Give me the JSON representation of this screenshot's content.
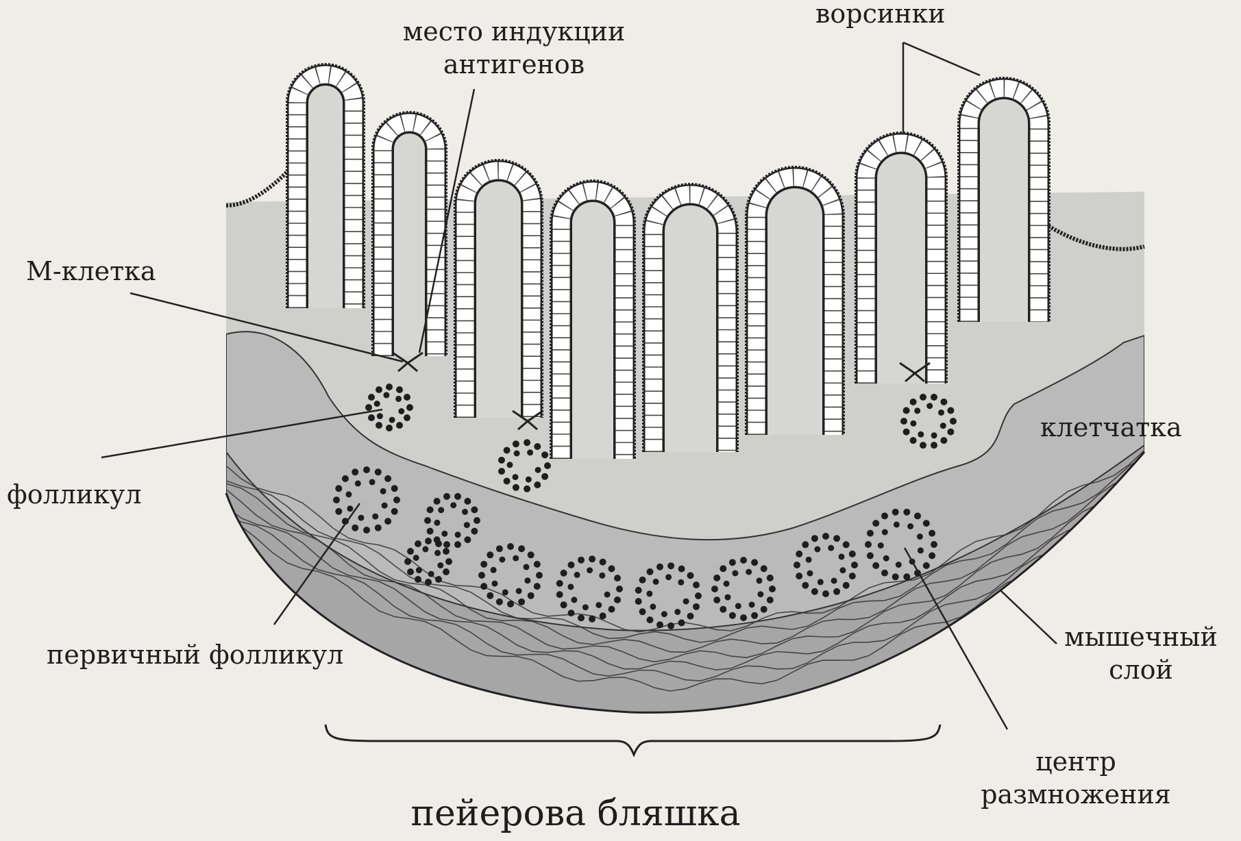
{
  "labels": {
    "antigen_site": [
      "место индукции",
      "антигенов"
    ],
    "villi": "ворсинки",
    "m_cell": "М-клетка",
    "follicle": "фолликул",
    "fiber": "клетчатка",
    "primary_follicle": "первичный фолликул",
    "muscle_layer": [
      "мышечный",
      "слой"
    ],
    "germinal_center": [
      "центр",
      "размножения"
    ],
    "peyers_patch": "пейерова бляшка"
  },
  "colors": {
    "background": "#eeede8",
    "mucosa": "#cfcfcb",
    "submucosa": "#bababa",
    "muscle": "#a6a6a6",
    "epithelium": "#ffffff",
    "ink": "#1e1e1e"
  }
}
